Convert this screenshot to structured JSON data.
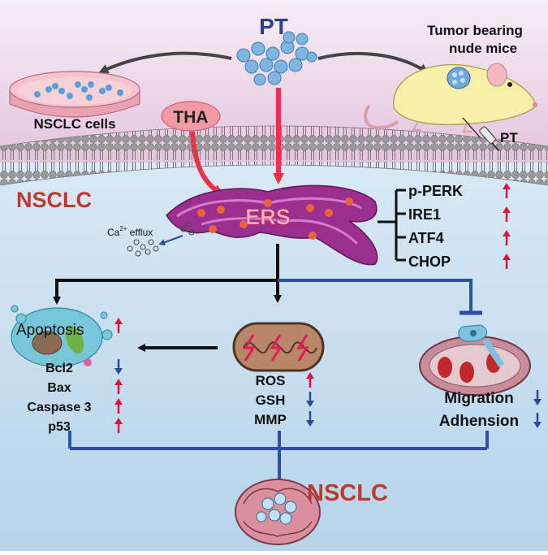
{
  "top": {
    "drug_label": "PT",
    "culture_label": "NSCLC cells",
    "mice_label_line1": "Tumor bearing",
    "mice_label_line2": "nude mice",
    "syringe_label": "PT",
    "tha_label": "THA"
  },
  "cell": {
    "region_label": "NSCLC",
    "ers_label": "ERS",
    "ca_label_main": "Ca",
    "ca_label_sup": "2+",
    "ca_label_rest": " efflux"
  },
  "ers_markers": [
    {
      "label": "p-PERK",
      "change": "up"
    },
    {
      "label": "IRE1",
      "change": "up"
    },
    {
      "label": "ATF4",
      "change": "up"
    },
    {
      "label": "CHOP",
      "change": "up"
    }
  ],
  "apoptosis": {
    "title": "Apoptosis",
    "title_change": "up",
    "markers": [
      {
        "label": "Bcl2",
        "change": "down"
      },
      {
        "label": "Bax",
        "change": "up"
      },
      {
        "label": "Caspase 3",
        "change": "up"
      },
      {
        "label": "p53",
        "change": "up"
      }
    ]
  },
  "mito_markers": [
    {
      "label": "ROS",
      "change": "up"
    },
    {
      "label": "GSH",
      "change": "down"
    },
    {
      "label": "MMP",
      "change": "down"
    }
  ],
  "migration": [
    {
      "label": "Migration",
      "change": "down"
    },
    {
      "label": "Adhension",
      "change": "down"
    }
  ],
  "bottom": {
    "tumor_label": "NSCLC"
  },
  "colors": {
    "up": "#e0103c",
    "down": "#2c4a9a",
    "inhibit": "#2e4fa3",
    "activate": "#e8334f"
  }
}
